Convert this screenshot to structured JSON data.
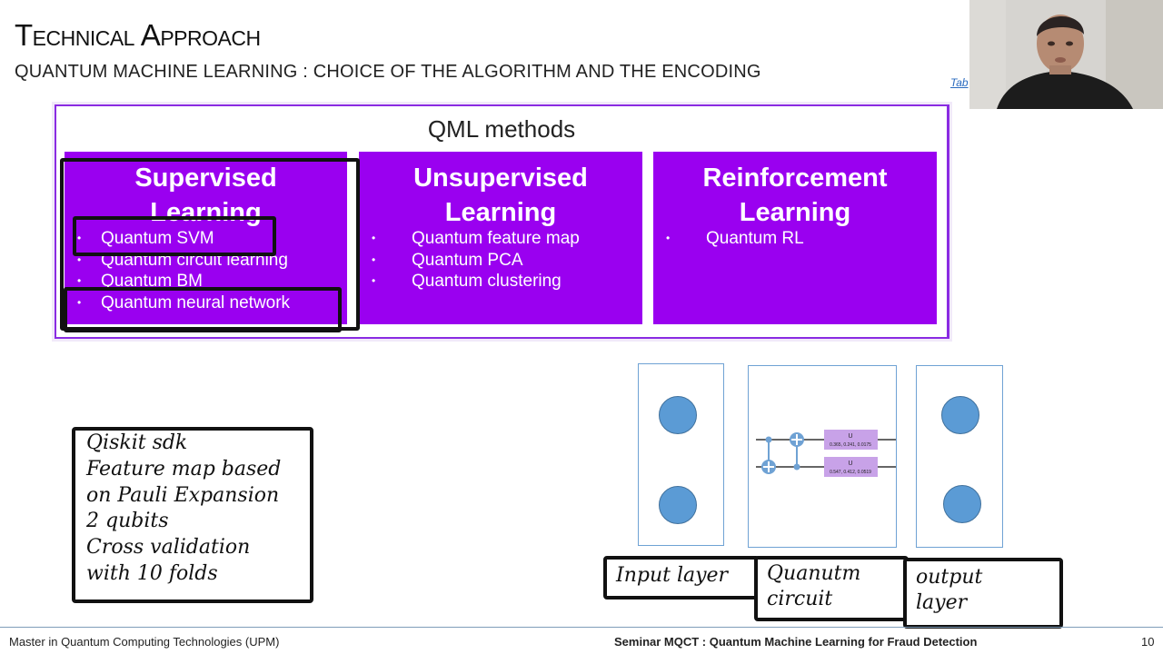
{
  "slide": {
    "title": "Technical Approach",
    "subtitle": "QUANTUM MACHINE LEARNING : CHOICE OF THE ALGORITHM AND THE ENCODING",
    "table_link": "Tab"
  },
  "qml": {
    "title": "QML methods",
    "columns": [
      {
        "heading_line1": "Supervised",
        "heading_line2": "Learning",
        "items": [
          "Quantum SVM",
          "Quantum circuit learning",
          "Quantum BM",
          "Quantum neural network"
        ]
      },
      {
        "heading_line1": "Unsupervised",
        "heading_line2": "Learning",
        "items": [
          "Quantum feature map",
          "Quantum PCA",
          "Quantum clustering"
        ]
      },
      {
        "heading_line1": "Reinforcement",
        "heading_line2": "Learning",
        "items": [
          "Quantum RL"
        ]
      }
    ],
    "bullet": "•"
  },
  "notes": [
    "Qiskit sdk",
    "Feature map based",
    "on Pauli Expansion",
    "2 qubits",
    "Cross validation",
    "with 10 folds"
  ],
  "diagram": {
    "input_label": "Input layer",
    "circuit_label_line1": "Quanutm",
    "circuit_label_line2": "circuit",
    "output_label_line1": "output",
    "output_label_line2": "layer",
    "gate1_name": "U",
    "gate1_params": "0.365, 0.241, 0.0175",
    "gate2_name": "U",
    "gate2_params": "0.547, 0.412, 0.0519"
  },
  "footer": {
    "left": "Master in Quantum Computing Technologies (UPM)",
    "center": "Seminar MQCT : Quantum Machine Learning for Fraud Detection",
    "page": "10"
  },
  "colors": {
    "accent_purple": "#9a00f0",
    "node_blue": "#5b9bd5",
    "gate_purple": "#c8a2e8"
  }
}
